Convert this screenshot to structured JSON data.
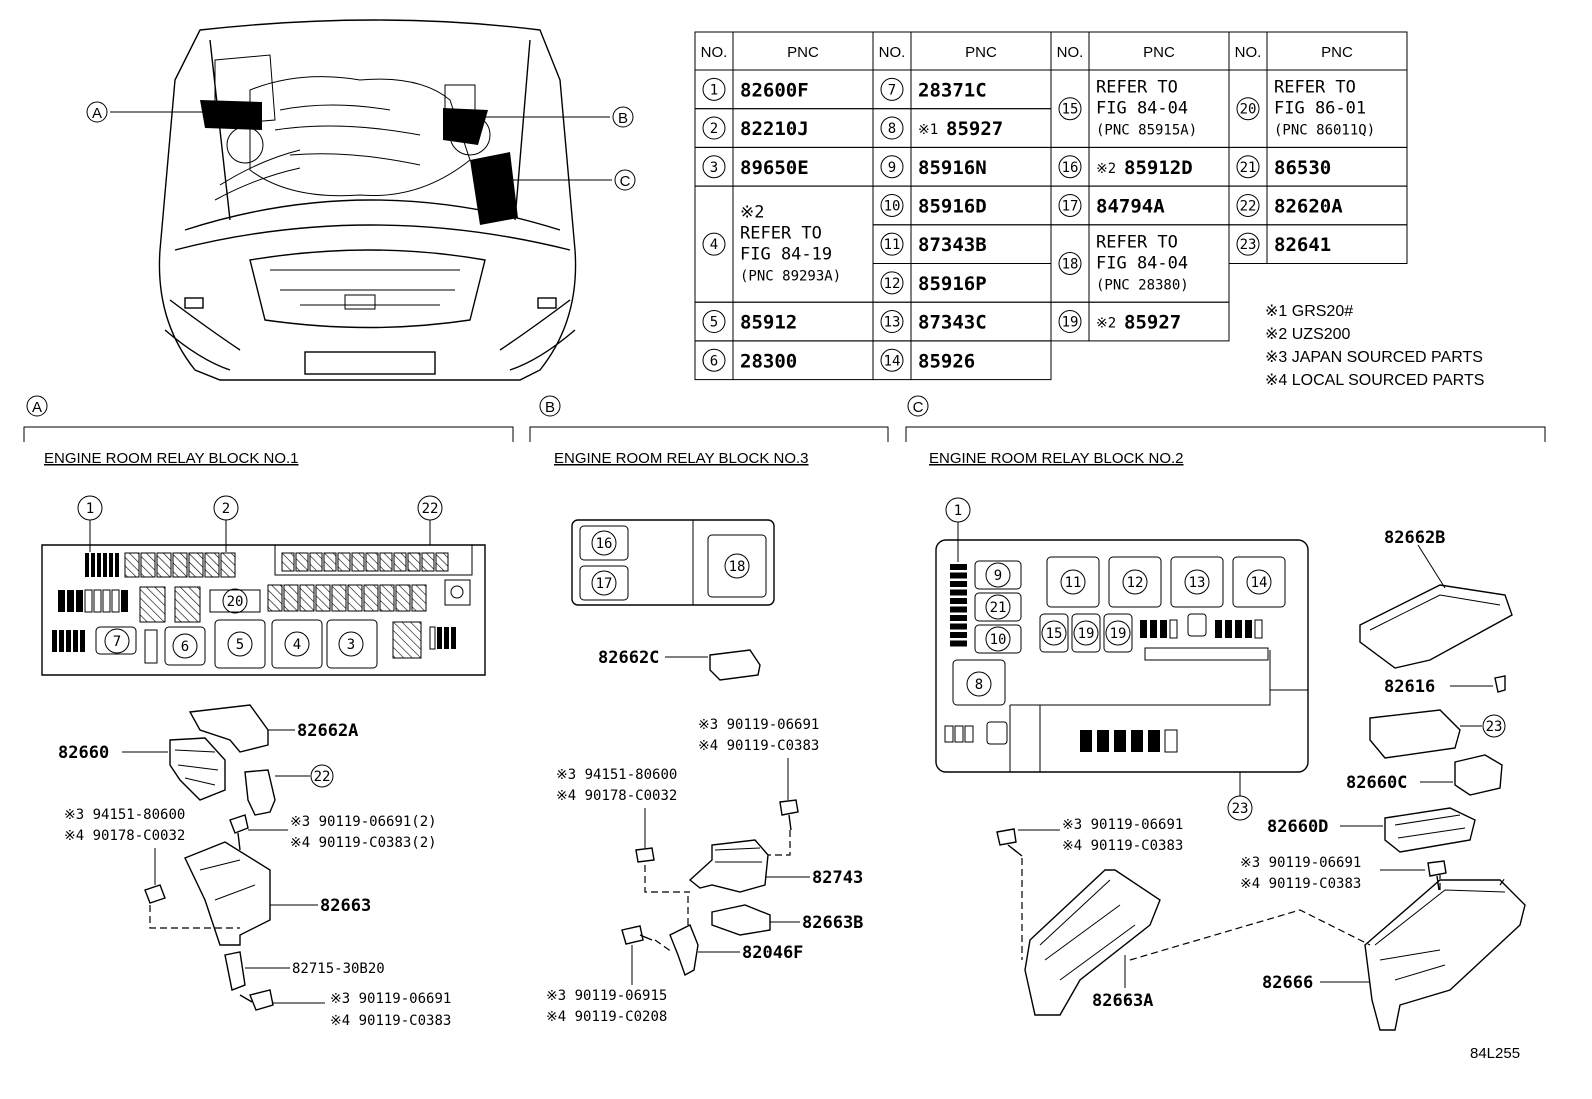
{
  "table": {
    "col_no": "NO.",
    "col_pnc": "PNC",
    "rows": [
      {
        "no": "1",
        "pnc": "82600F"
      },
      {
        "no": "2",
        "pnc": "82210J"
      },
      {
        "no": "3",
        "pnc": "89650E"
      },
      {
        "no": "4",
        "pnc_lines": [
          "※2",
          "REFER TO",
          "FIG 84-19",
          "(PNC 89293A)"
        ]
      },
      {
        "no": "5",
        "pnc": "85912"
      },
      {
        "no": "6",
        "pnc": "28300"
      },
      {
        "no": "7",
        "pnc": "28371C"
      },
      {
        "no": "8",
        "mark": "※1",
        "pnc": "85927"
      },
      {
        "no": "9",
        "pnc": "85916N"
      },
      {
        "no": "10",
        "pnc": "85916D"
      },
      {
        "no": "11",
        "pnc": "87343B"
      },
      {
        "no": "12",
        "pnc": "85916P"
      },
      {
        "no": "13",
        "pnc": "87343C"
      },
      {
        "no": "14",
        "pnc": "85926"
      },
      {
        "no": "15",
        "pnc_lines": [
          "REFER TO",
          "FIG 84-04",
          "(PNC 85915A)"
        ]
      },
      {
        "no": "16",
        "mark": "※2",
        "pnc": "85912D"
      },
      {
        "no": "17",
        "pnc": "84794A"
      },
      {
        "no": "18",
        "pnc_lines": [
          "REFER TO",
          "FIG 84-04",
          "(PNC 28380)"
        ]
      },
      {
        "no": "19",
        "mark": "※2",
        "pnc": "85927"
      },
      {
        "no": "20",
        "pnc_lines": [
          "REFER TO",
          "FIG 86-01",
          "(PNC 86011Q)"
        ]
      },
      {
        "no": "21",
        "pnc": "86530"
      },
      {
        "no": "22",
        "pnc": "82620A"
      },
      {
        "no": "23",
        "pnc": "82641"
      }
    ]
  },
  "notes": [
    "※1 GRS20#",
    "※2 UZS200",
    "※3 JAPAN SOURCED PARTS",
    "※4 LOCAL SOURCED PARTS"
  ],
  "callouts": {
    "a": "A",
    "b": "B",
    "c": "C"
  },
  "sections": {
    "a_title": "ENGINE ROOM RELAY BLOCK NO.1",
    "b_title": "ENGINE ROOM RELAY BLOCK NO.3",
    "c_title": "ENGINE ROOM RELAY BLOCK NO.2"
  },
  "block_a": {
    "slots": [
      "1",
      "2",
      "22",
      "20",
      "7",
      "6",
      "5",
      "4",
      "3"
    ],
    "parts": {
      "cover": "82662A",
      "holder": "82660",
      "fuse_22": "22",
      "nut": [
        "※3 94151-80600",
        "※4 90178-C0032"
      ],
      "bolt": [
        "※3 90119-06691(2)",
        "※4 90119-C0383(2)"
      ],
      "bracket": "82663",
      "clamp": "82715-30B20",
      "bolt2": [
        "※3 90119-06691",
        "※4 90119-C0383"
      ]
    }
  },
  "block_b": {
    "slots": [
      "16",
      "17",
      "18"
    ],
    "parts": {
      "cover": "82662C",
      "bolt": [
        "※3 90119-06691",
        "※4 90119-C0383"
      ],
      "nut": [
        "※3 94151-80600",
        "※4 90178-C0032"
      ],
      "block": "82743",
      "cover2": "82663B",
      "bracket": "82046F",
      "bolt2": [
        "※3 90119-06915",
        "※4 90119-C0208"
      ]
    }
  },
  "block_c": {
    "slots": [
      "1",
      "9",
      "21",
      "10",
      "8",
      "11",
      "12",
      "13",
      "14",
      "15",
      "19",
      "19",
      "23"
    ],
    "parts": {
      "cover": "82662B",
      "clip": "82616",
      "relay_23": "23",
      "holder_c": "82660C",
      "holder_d": "82660D",
      "bolt": [
        "※3 90119-06691",
        "※4 90119-C0383"
      ],
      "bolt2": [
        "※3 90119-06691",
        "※4 90119-C0383"
      ],
      "bracket": "82663A",
      "box": "82666"
    }
  },
  "fig_id": "84L255"
}
